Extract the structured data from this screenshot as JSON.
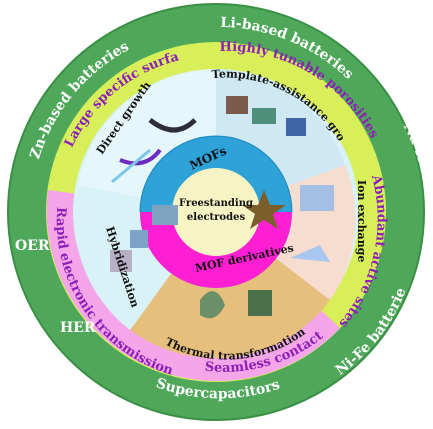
{
  "outer_ring": {
    "labels": [
      "Li-based batteries",
      "Na-ion batteries",
      "Ni-Fe batteries",
      "Supercapacitors",
      "HER",
      "OER",
      "Zn-based batteries"
    ]
  },
  "advantages": {
    "labels": [
      "Highly tunable porosities",
      "Abundant active sites",
      "Seamless contact",
      "Rapid electronic transmission",
      "Large specific surface area"
    ]
  },
  "methods": {
    "labels": [
      "Template-assistance growth",
      "Ion exchange",
      "Thermal transformation",
      "Hybridization",
      "Direct growth"
    ]
  },
  "core": {
    "mofs_label": "MOFs",
    "derivatives_label": "MOF derivatives",
    "center_line1": "Freestanding",
    "center_line2": "electrodes"
  },
  "colors": {
    "outer_ring": "#4fa85a",
    "advantage_yellow": "#d8ef5a",
    "advantage_pink": "#f4a6e8",
    "method_lightblue": "#d8f2f7",
    "method_peach": "#f7ddd0",
    "method_tan": "#e7bf7c",
    "mofs_ring": "#2fa2d8",
    "derivatives_ring": "#ff1fd2",
    "center": "#f6f4c4",
    "outer_text": "#ffffff",
    "advantage_text": "#8c1fb6",
    "method_text": "#111111"
  }
}
